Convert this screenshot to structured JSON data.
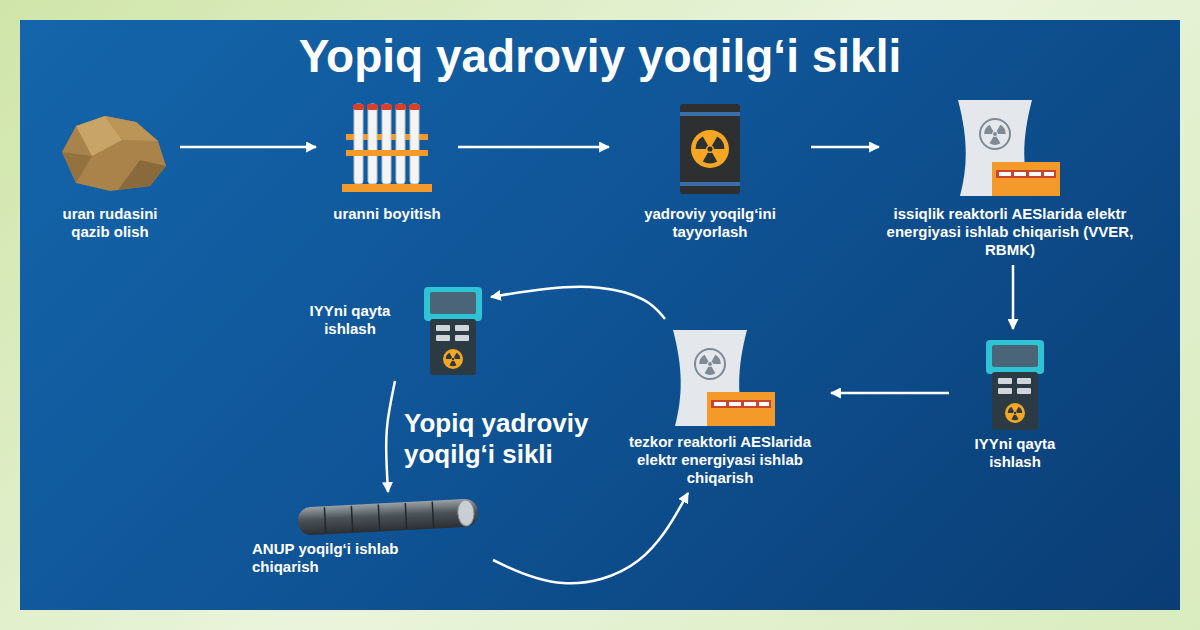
{
  "diagram": {
    "title": "Yopiq yadroviy yoqilg‘i sikli",
    "nodes": [
      {
        "text": [
          "uran rudasini qazib olish"
        ]
      },
      {
        "text": [
          "uranni boyitish"
        ]
      },
      {
        "text": [
          "yadroviy yoqilg‘ini tayyorlash"
        ]
      },
      {
        "text": [
          "issiqlik reaktorli AESlarida elektr energiyasi ishlab chiqarish (VVER, RBMK)"
        ]
      },
      {
        "text": [
          "IYYni qayta ishlash"
        ]
      },
      {
        "text": [
          "tezkor reaktorli AESlarida elektr energiyasi ishlab chiqarish"
        ]
      },
      {
        "text": [
          "IYYni qayta ishlash"
        ]
      },
      {
        "text": [
          "ANUP yoqilg‘i ishlab chiqarish"
        ]
      }
    ],
    "edges": [
      {
        "from": 0,
        "to": 1,
        "arrow": "to"
      },
      {
        "from": 1,
        "to": 2,
        "arrow": "to"
      },
      {
        "from": 2,
        "to": 3,
        "arrow": "to"
      },
      {
        "from": 3,
        "to": 4,
        "arrow": "to"
      },
      {
        "from": 4,
        "to": 5,
        "arrow": "to"
      },
      {
        "from": 5,
        "to": 6,
        "arrow": "to"
      },
      {
        "from": 6,
        "to": 7,
        "arrow": "to"
      },
      {
        "from": 7,
        "to": 5,
        "arrow": "to"
      }
    ],
    "labels": [
      "Yopiq yadroviy yoqilg‘i sikli"
    ]
  }
}
